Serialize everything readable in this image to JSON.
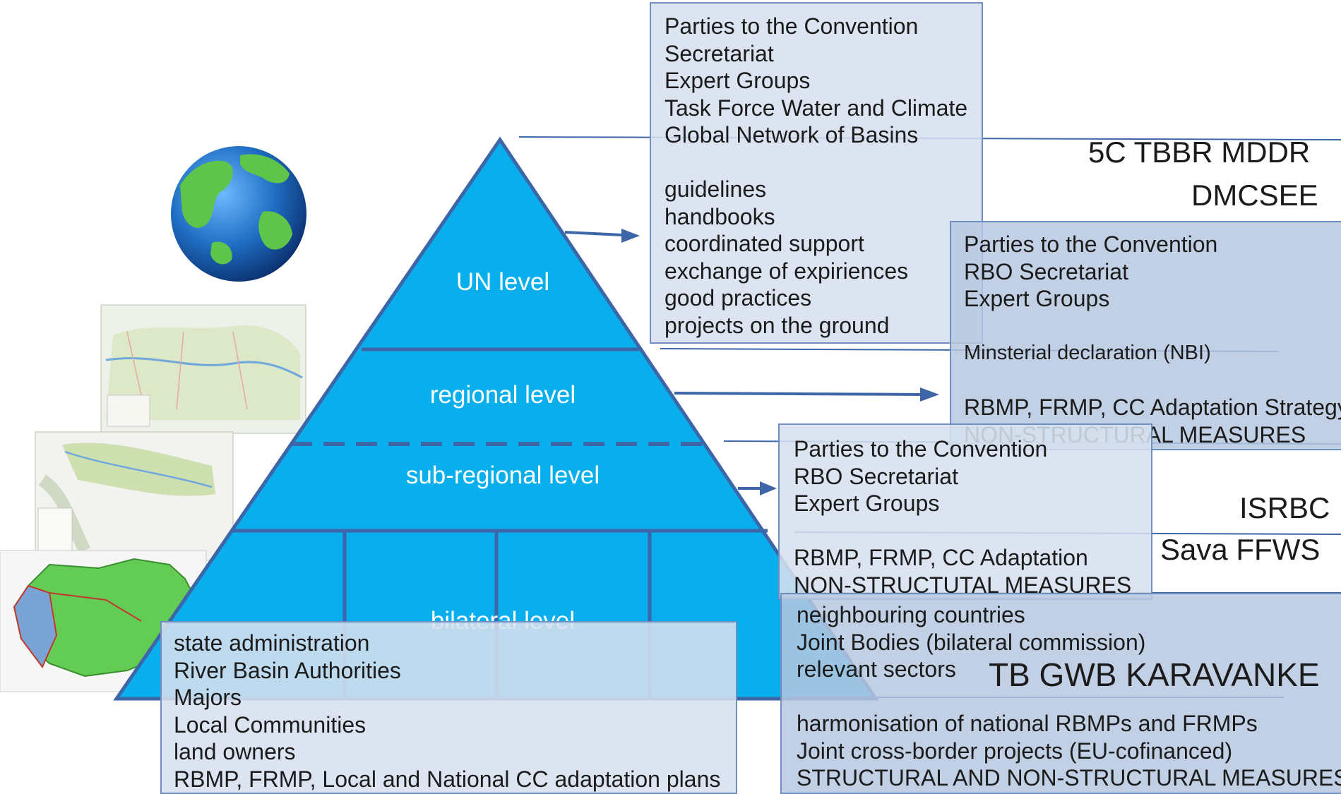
{
  "pyramid": {
    "levels": [
      "UN level",
      "regional level",
      "sub-regional level",
      "bilateral level"
    ]
  },
  "un_box": {
    "bodies": [
      "Parties to the Convention",
      "Secretariat",
      "Expert Groups",
      "Task Force Water and Climate",
      "Global Network of Basins"
    ],
    "outputs": [
      "guidelines",
      "handbooks",
      "coordinated support",
      "exchange of expiriences",
      "good practices",
      "projects on the ground"
    ]
  },
  "regional_box": {
    "bodies": [
      "Parties to the Convention",
      "RBO Secretariat",
      "Expert Groups"
    ],
    "declaration": "Minsterial declaration (NBI)",
    "outputs": [
      "RBMP, FRMP, CC Adaptation Strategy",
      "NON-STRUCTURAL MEASURES"
    ]
  },
  "subregional_box": {
    "bodies": [
      "Parties to the Convention",
      "RBO Secretariat",
      "Expert Groups"
    ],
    "outputs": [
      "RBMP, FRMP, CC Adaptation",
      "NON-STRUCTUTAL MEASURES"
    ]
  },
  "bilateral_box": {
    "bodies": [
      "neighbouring countries",
      "Joint Bodies (bilateral commission)",
      "relevant sectors"
    ],
    "outputs": [
      "harmonisation of national RBMPs and FRMPs",
      "Joint cross-border projects (EU-cofinanced)",
      "STRUCTURAL AND NON-STRUCTURAL MEASURES"
    ]
  },
  "national_box": {
    "items": [
      "state administration",
      "River Basin Authorities",
      "Majors",
      "Local Communities",
      "land owners",
      "RBMP, FRMP, Local and National CC adaptation plans"
    ]
  },
  "project_titles": {
    "regional": [
      "5C TBBR MDDR",
      "DMCSEE"
    ],
    "subregional": [
      "ISRBC",
      "Sava FFWS"
    ],
    "bilateral": "TB GWB KARAVANKE"
  },
  "colors": {
    "pyramid_fill": "#08afec",
    "pyramid_outline": "#3d66a8",
    "globe_ocean": "#1f6fc4",
    "land_green": "#5fc44a"
  }
}
